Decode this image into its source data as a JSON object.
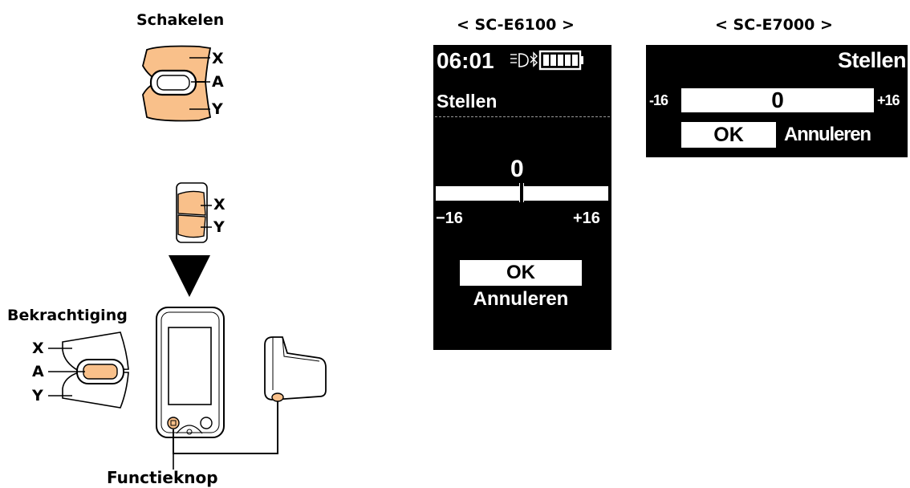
{
  "left": {
    "schakelen_title": "Schakelen",
    "top_switch": {
      "x": "X",
      "a": "A",
      "y": "Y"
    },
    "small_switch": {
      "x": "X",
      "y": "Y"
    },
    "bekrachtiging_title": "Bekrachtiging",
    "assist_switch": {
      "x": "X",
      "a": "A",
      "y": "Y"
    },
    "functieknop_label": "Functieknop"
  },
  "e6100": {
    "title": "< SC-E6100 >",
    "time": "06:01",
    "menu_title": "Stellen",
    "value": "0",
    "min": "−16",
    "max": "+16",
    "ok": "OK",
    "cancel": "Annuleren"
  },
  "e7000": {
    "title": "< SC-E7000 >",
    "menu_title": "Stellen",
    "value": "0",
    "min": "-16",
    "max": "+16",
    "ok": "OK",
    "cancel": "Annuleren"
  },
  "colors": {
    "switch_fill": "#f9c08a",
    "screen_bg": "#000000",
    "screen_fg": "#ffffff"
  }
}
